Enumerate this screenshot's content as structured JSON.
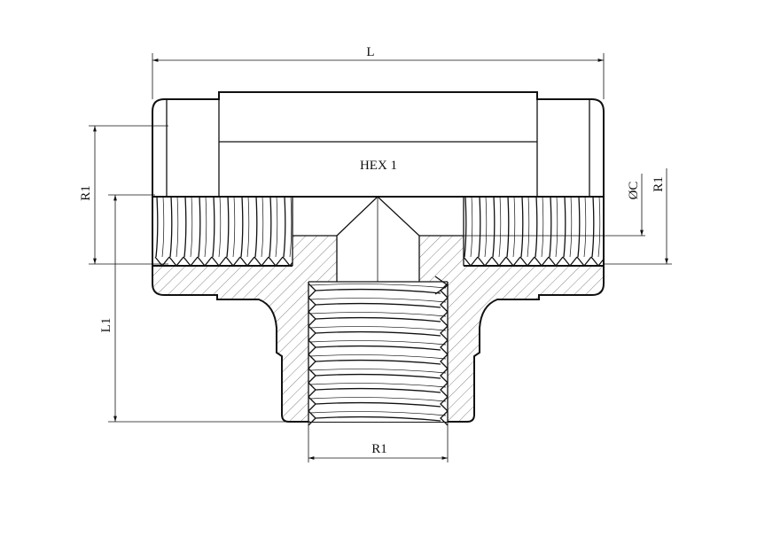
{
  "labels": {
    "length": "L",
    "hex": "HEX 1",
    "thread_left": "R1",
    "thread_right": "R1",
    "thread_bottom": "R1",
    "length_branch": "L1",
    "diameter": "ØC"
  },
  "colors": {
    "line": "#111111",
    "hatch": "#333333",
    "background": "#ffffff"
  }
}
